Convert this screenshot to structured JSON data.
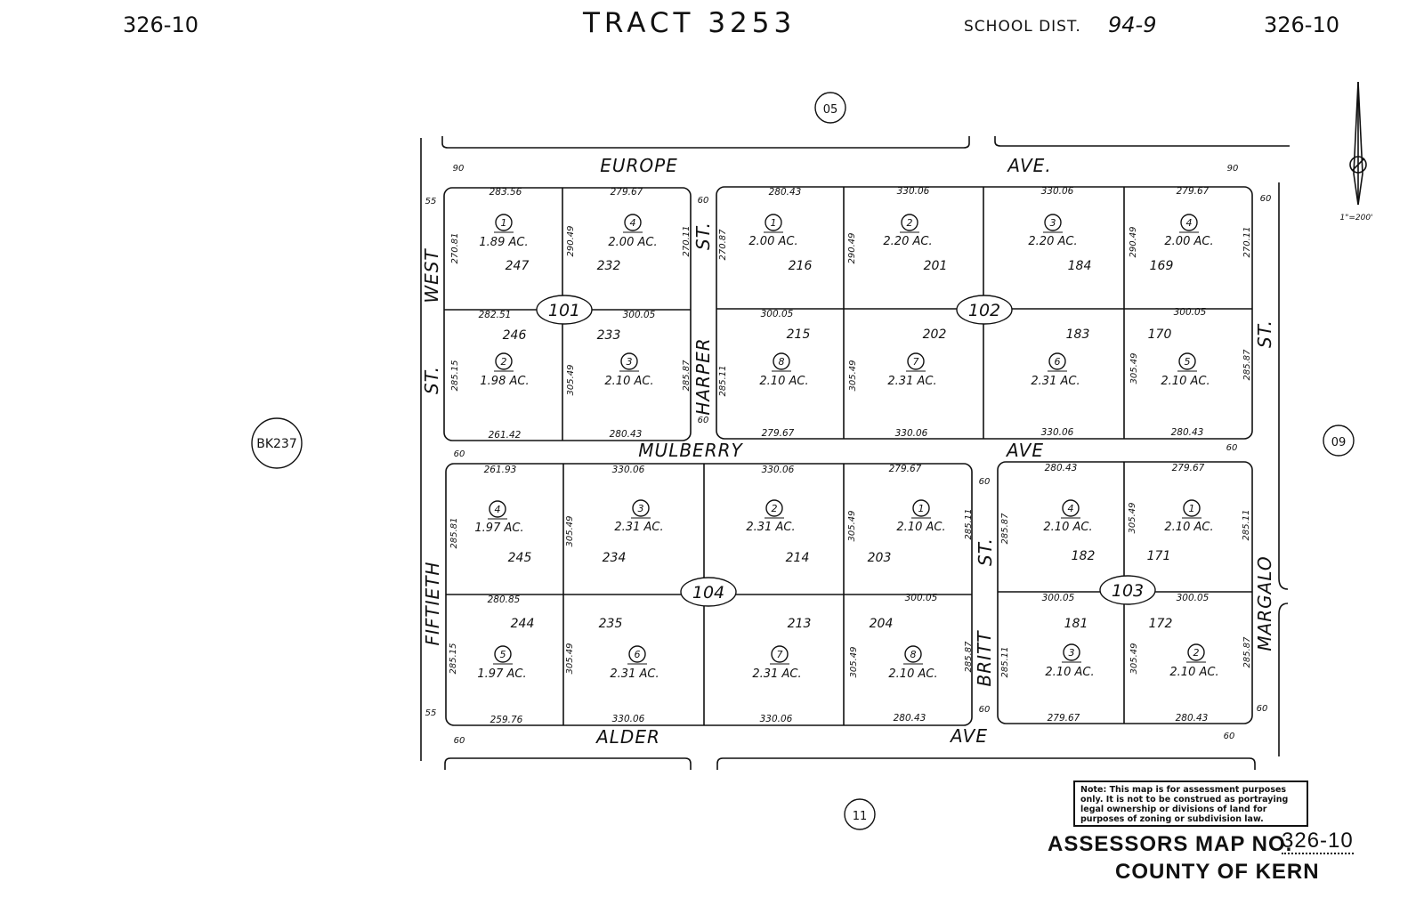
{
  "header": {
    "page_left": "326-10",
    "title": "TRACT 3253",
    "school_dist_label": "SCHOOL DIST.",
    "school_dist_value": "94-9",
    "page_right": "326-10"
  },
  "north_arrow": {
    "scale": "1\"=200'"
  },
  "adjacent_maps": {
    "top": "05",
    "right": "09",
    "bottom": "11",
    "left": "BK237"
  },
  "streets": {
    "europe_1": "EUROPE",
    "europe_2": "AVE.",
    "mulberry_1": "MULBERRY",
    "mulberry_2": "AVE",
    "alder_1": "ALDER",
    "alder_2": "AVE",
    "west_1": "WEST",
    "west_2": "ST.",
    "fiftieth": "FIFTIETH",
    "harper_1": "HARPER",
    "harper_2": "ST.",
    "britt_1": "BRITT",
    "britt_2": "ST.",
    "margalo_1": "MARGALO",
    "margalo_2": "ST."
  },
  "street_widths": [
    "90",
    "90",
    "55",
    "60",
    "60",
    "60",
    "60",
    "60",
    "60",
    "55",
    "60",
    "60",
    "60",
    "60"
  ],
  "blocks": [
    "101",
    "102",
    "103",
    "104"
  ],
  "parcels": [
    {
      "lot": "1",
      "area": "1.89 AC.",
      "road": "247"
    },
    {
      "lot": "4",
      "area": "2.00 AC.",
      "road": "232"
    },
    {
      "lot": "2",
      "area": "1.98 AC.",
      "road": "246"
    },
    {
      "lot": "3",
      "area": "2.10 AC.",
      "road": "233"
    },
    {
      "lot": "1",
      "area": "2.00 AC.",
      "road": "216"
    },
    {
      "lot": "2",
      "area": "2.20 AC.",
      "road": "201"
    },
    {
      "lot": "3",
      "area": "2.20 AC.",
      "road": "184"
    },
    {
      "lot": "4",
      "area": "2.00 AC.",
      "road": "169"
    },
    {
      "lot": "8",
      "area": "2.10 AC.",
      "road": "215"
    },
    {
      "lot": "7",
      "area": "2.31 AC.",
      "road": "202"
    },
    {
      "lot": "6",
      "area": "2.31 AC.",
      "road": "183"
    },
    {
      "lot": "5",
      "area": "2.10 AC.",
      "road": "170"
    },
    {
      "lot": "4",
      "area": "1.97 AC.",
      "road": "245"
    },
    {
      "lot": "3",
      "area": "2.31 AC.",
      "road": "234"
    },
    {
      "lot": "2",
      "area": "2.31 AC.",
      "road": "214"
    },
    {
      "lot": "1",
      "area": "2.10 AC.",
      "road": "203"
    },
    {
      "lot": "5",
      "area": "1.97 AC.",
      "road": "244"
    },
    {
      "lot": "6",
      "area": "2.31 AC.",
      "road": "235"
    },
    {
      "lot": "7",
      "area": "2.31 AC.",
      "road": "213"
    },
    {
      "lot": "8",
      "area": "2.10 AC.",
      "road": "204"
    },
    {
      "lot": "4",
      "area": "2.10 AC.",
      "road": "182"
    },
    {
      "lot": "1",
      "area": "2.10 AC.",
      "road": "171"
    },
    {
      "lot": "3",
      "area": "2.10 AC.",
      "road": "181"
    },
    {
      "lot": "2",
      "area": "2.10 AC.",
      "road": "172"
    }
  ],
  "dimensions": [
    "283.56",
    "279.67",
    "280.43",
    "330.06",
    "330.06",
    "279.67",
    "282.51",
    "300.05",
    "300.05",
    "300.05",
    "261.42",
    "280.43",
    "279.67",
    "330.06",
    "330.06",
    "280.43",
    "261.93",
    "330.06",
    "330.06",
    "279.67",
    "280.43",
    "279.67",
    "280.85",
    "300.05",
    "300.05",
    "300.05",
    "259.76",
    "330.06",
    "330.06",
    "280.43",
    "279.67",
    "280.43",
    "270.81",
    "290.49",
    "270.11",
    "270.87",
    "290.49",
    "290.49",
    "270.11",
    "285.15",
    "305.49",
    "285.87",
    "285.11",
    "305.49",
    "305.49",
    "285.87",
    "285.81",
    "305.49",
    "305.49",
    "285.11",
    "285.87",
    "305.49",
    "285.11",
    "285.15",
    "305.49",
    "305.49",
    "285.87",
    "285.11",
    "305.49",
    "285.87"
  ],
  "note": "Note: This map is for assessment purposes only. It is not to be construed as portraying legal ownership or divisions of land for purposes of zoning or subdivision law.",
  "footer": {
    "map_no_label": "ASSESSORS MAP NO.",
    "map_no": "326-10",
    "county": "COUNTY OF KERN"
  }
}
